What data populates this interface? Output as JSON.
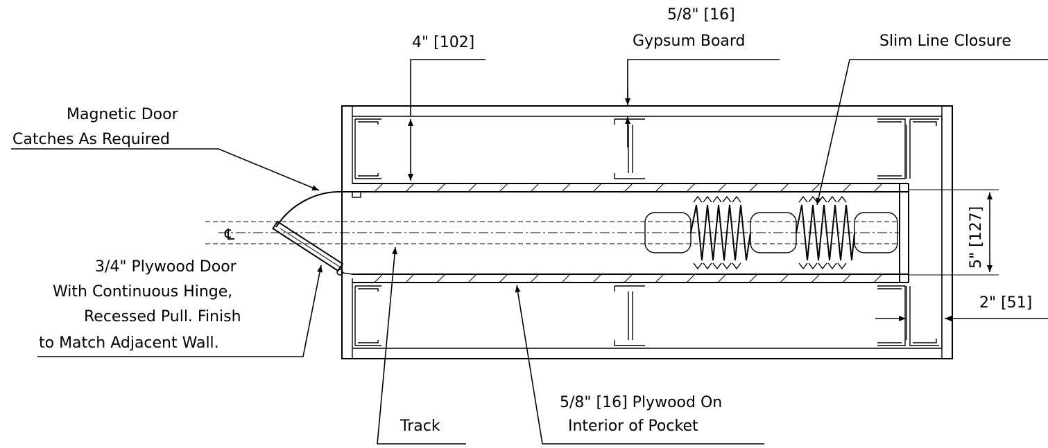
{
  "labels": {
    "dim_4in": "4\" [102]",
    "dim_gyp_size": "5/8\" [16]",
    "gypsum": "Gypsum Board",
    "slim_line": "Slim Line Closure",
    "mag_line1": "Magnetic Door",
    "mag_line2": "Catches As Required",
    "ply_door_1": "3/4\" Plywood Door",
    "ply_door_2": "With Continuous Hinge,",
    "ply_door_3": "Recessed Pull. Finish",
    "ply_door_4": "to Match Adjacent Wall.",
    "dim_5in": "5\" [127]",
    "dim_2in": "2\" [51]",
    "track": "Track",
    "ply_int_1": "5/8\" [16] Plywood On",
    "ply_int_2": "Interior of Pocket",
    "centerline": "℄"
  }
}
